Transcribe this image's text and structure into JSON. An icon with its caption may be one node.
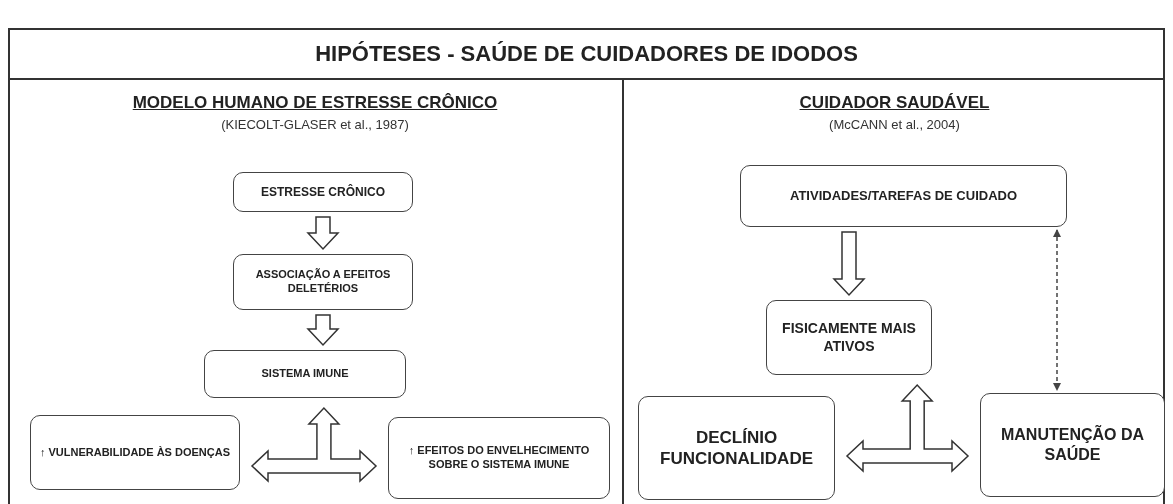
{
  "diagram": {
    "title": "HIPÓTESES - SAÚDE DE CUIDADORES DE IDODOS",
    "nodes": [
      {
        "text": [
          "MODELO HUMANO DE ESTRESSE CRÔNICO",
          "(KIECOLT-GLASER et al., 1987)"
        ]
      },
      {
        "text": [
          "ESTRESSE CRÔNICO"
        ],
        "in": 0
      },
      {
        "text": [
          "ASSOCIAÇÃO A EFEITOS DELETÉRIOS"
        ],
        "in": 0
      },
      {
        "text": [
          "SISTEMA IMUNE"
        ],
        "in": 0
      },
      {
        "text": [
          "↑ VULNERABILIDADE ÀS DOENÇAS"
        ],
        "in": 0
      },
      {
        "text": [
          "↑ EFEITOS DO ENVELHECIMENTO SOBRE O SISTEMA IMUNE"
        ],
        "in": 0
      },
      {
        "text": [
          "CUIDADOR SAUDÁVEL",
          "(McCANN et al., 2004)"
        ]
      },
      {
        "text": [
          "ATIVIDADES/TAREFAS DE CUIDADO"
        ],
        "in": 6
      },
      {
        "text": [
          "FISICAMENTE MAIS ATIVOS"
        ],
        "in": 6
      },
      {
        "text": [
          "DECLÍNIO FUNCIONALIDADE"
        ],
        "in": 6
      },
      {
        "text": [
          "MANUTENÇÃO DA SAÚDE"
        ],
        "in": 6
      }
    ],
    "edges": [
      {
        "from": 1,
        "to": 2,
        "arrow": "to"
      },
      {
        "from": 2,
        "to": 3,
        "arrow": "to"
      },
      {
        "from": 3,
        "to": 4,
        "arrow": "both"
      },
      {
        "from": 3,
        "to": 5,
        "arrow": "both"
      },
      {
        "from": 7,
        "to": 8,
        "arrow": "to"
      },
      {
        "from": 8,
        "to": 9,
        "arrow": "both"
      },
      {
        "from": 8,
        "to": 10,
        "arrow": "both"
      },
      {
        "from": 7,
        "to": 10,
        "arrow": "both",
        "style": "dashed"
      }
    ]
  }
}
